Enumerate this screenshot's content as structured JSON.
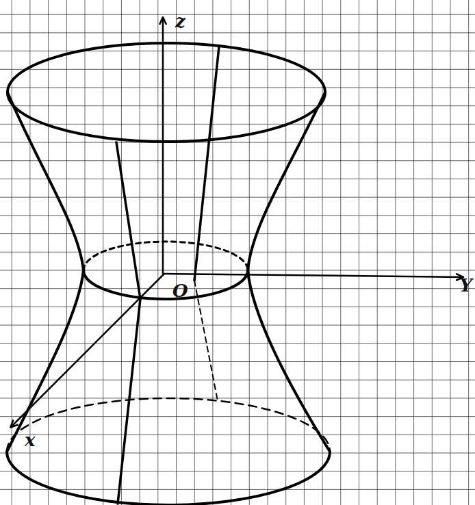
{
  "diagram": {
    "labels": [
      "z",
      "Y",
      "O",
      "x"
    ]
  }
}
